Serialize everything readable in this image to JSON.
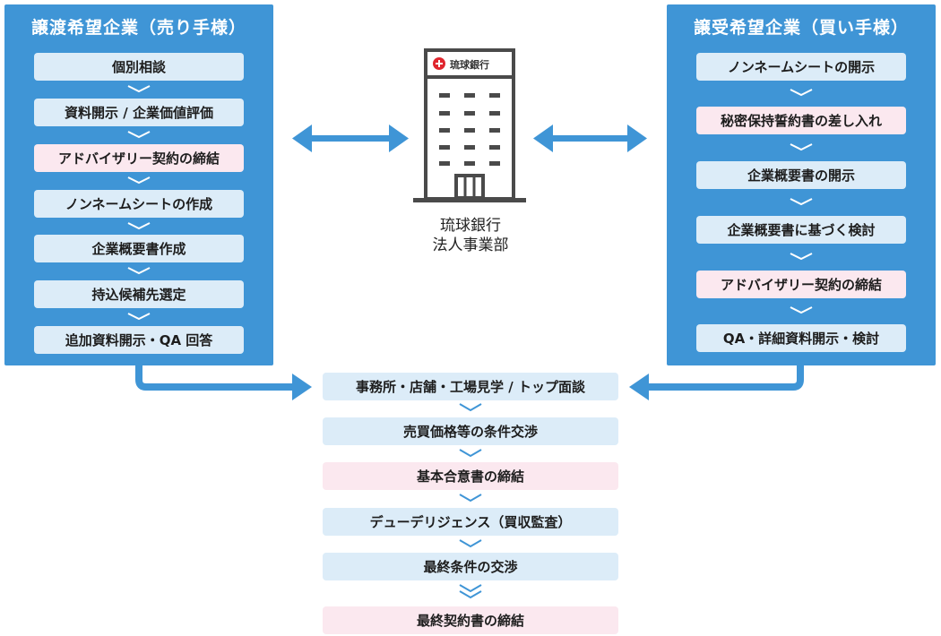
{
  "seller": {
    "title": "譲渡希望企業（売り手様）",
    "steps": [
      {
        "label": "個別相談",
        "highlight": false
      },
      {
        "label": "資料開示 / 企業価値評価",
        "highlight": false
      },
      {
        "label": "アドバイザリー契約の締結",
        "highlight": true
      },
      {
        "label": "ノンネームシートの作成",
        "highlight": false
      },
      {
        "label": "企業概要書作成",
        "highlight": false
      },
      {
        "label": "持込候補先選定",
        "highlight": false
      },
      {
        "label": "追加資料開示・QA 回答",
        "highlight": false
      }
    ]
  },
  "buyer": {
    "title": "譲受希望企業（買い手様）",
    "steps": [
      {
        "label": "ノンネームシートの開示",
        "highlight": false
      },
      {
        "label": "秘密保持誓約書の差し入れ",
        "highlight": true
      },
      {
        "label": "企業概要書の開示",
        "highlight": false
      },
      {
        "label": "企業概要書に基づく検討",
        "highlight": false
      },
      {
        "label": "アドバイザリー契約の締結",
        "highlight": true
      },
      {
        "label": "QA・詳細資料開示・検討",
        "highlight": false
      }
    ]
  },
  "bank": {
    "sign": "琉球銀行",
    "line1": "琉球銀行",
    "line2": "法人事業部"
  },
  "joint_steps": [
    {
      "label": "事務所・店舗・工場見学 / トップ面談",
      "highlight": false
    },
    {
      "label": "売買価格等の条件交渉",
      "highlight": false
    },
    {
      "label": "基本合意書の締結",
      "highlight": true
    },
    {
      "label": "デューデリジェンス（買収監査）",
      "highlight": false
    },
    {
      "label": "最終条件の交渉",
      "highlight": false
    },
    {
      "label": "最終契約書の締結",
      "highlight": true
    }
  ],
  "colors": {
    "panel": "#3f95d6",
    "step": "#dcecf8",
    "step_highlight": "#fbe8ef",
    "arrow": "#3f95d6",
    "bank_logo": "#e0262e"
  }
}
